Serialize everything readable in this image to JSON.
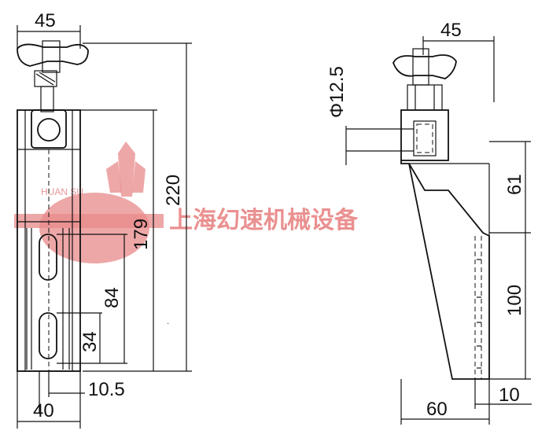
{
  "left_view": {
    "top_width": "45",
    "height_total": "220",
    "height_slot_top": "179",
    "height_slot_mid": "84",
    "height_slot_low": "34",
    "offset": "10.5",
    "base_width": "40"
  },
  "right_view": {
    "top_width": "45",
    "diameter": "Φ12.5",
    "height_upper": "61",
    "height_lower": "100",
    "base_length": "60",
    "tip_width": "10"
  },
  "watermark": {
    "latin": "HUAN SU",
    "chinese": "上海幻速机械设备"
  }
}
